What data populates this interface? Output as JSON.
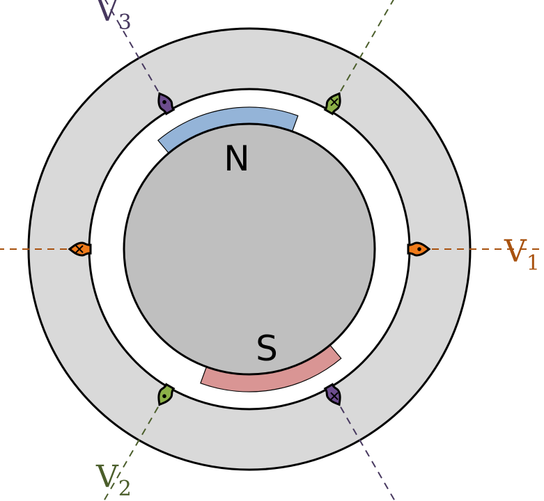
{
  "poles": {
    "north": "N",
    "south": "S"
  },
  "phases": [
    {
      "letter": "V",
      "index": "1",
      "color": "#a8520f",
      "fill": "#f07b1a",
      "mark_pos": "dot",
      "mark_neg": "cross"
    },
    {
      "letter": "V",
      "index": "2",
      "color": "#4b5e2b",
      "fill": "#8cb048",
      "mark_pos": "dot",
      "mark_neg": "cross"
    },
    {
      "letter": "V",
      "index": "3",
      "color": "#47385f",
      "fill": "#6d4d8e",
      "mark_pos": "dot",
      "mark_neg": "cross"
    }
  ],
  "colors": {
    "stator": "#d9d9d9",
    "rotor": "#bfbfbf",
    "north_magnet": "#94b4d8",
    "south_magnet": "#d99594"
  }
}
